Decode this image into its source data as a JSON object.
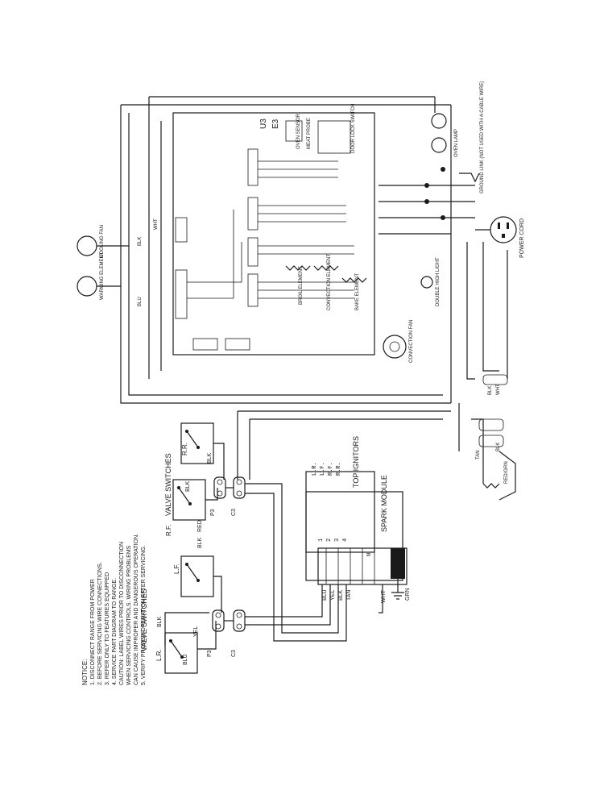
{
  "notice": {
    "title": "NOTICE:",
    "lines": [
      "1.  DISCONNECT RANGE FROM POWER",
      "2.  BEFORE SERVICING WIRE CONNECTIONS.",
      "3.  REFER ONLY TO FEATURES EQUIPPED",
      "4.  SERVICE PART DIAGRAM TO RANGE.",
      "    CAUTION: LABEL WIRES PRIOR TO DISCONNECTION",
      "    WHEN SERVICING CONTROLS. WIRING PROBLEMS",
      "    CAN CAUSE IMPROPER AND DANGEROUS OPERATION.",
      "5.  VERIFY PROPER OPERATION AFTER SERVICING."
    ]
  },
  "labels": {
    "valve_switches_left": "VALVE SWITCHES",
    "valve_switches_right": "VALVE SWITCHES",
    "lr": "L.R.",
    "lf": "L.F.",
    "rf": "R.F.",
    "rr": "R.R.",
    "top_ignitors": "TOP IGNITORS",
    "spark_module": "SPARK MODULE",
    "power_cord": "POWER CORD",
    "u3": "U3",
    "e3": "E3",
    "convection_fan": "CONVECTION FAN",
    "double_high_light": "DOUBLE HIGH LIGHT",
    "bake_element": "BAKE ELEMENT",
    "broil_element": "BROIL ELEMENT",
    "convection_element": "CONVECTION ELEMENT",
    "oven_lamp": "OVEN LAMP",
    "ground_link": "GROUND LINK (NOT USED WITH 4-CABLE WIRE)",
    "oven_sensor": "OVEN SENSOR",
    "meat_probe": "MEAT PROBE",
    "door_lock": "DOOR LOCK SWITCH",
    "cooling_fan": "COOLING FAN",
    "warming_element": "WARMING ELEMENT",
    "p3": "P3",
    "c3": "C3"
  },
  "wire_colors": {
    "blk": "BLK",
    "blu": "BLU",
    "red": "RED",
    "yel": "YEL",
    "tan": "TAN",
    "wht": "WHT",
    "grn": "GRN",
    "red_grn": "RED/GRN"
  },
  "ignitor_list": [
    "L.R.",
    "L.F.",
    "R.F.",
    "R.R."
  ],
  "module_pins": [
    "1",
    "2",
    "3",
    "4",
    "N"
  ]
}
